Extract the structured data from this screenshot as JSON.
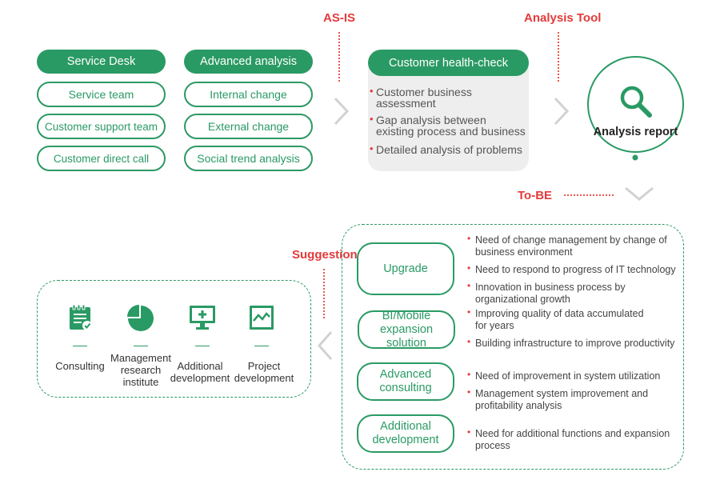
{
  "stage_labels": {
    "as_is": "AS-IS",
    "analysis_tool": "Analysis Tool",
    "to_be": "To-BE",
    "suggestion": "Suggestion"
  },
  "service_desk": {
    "header": "Service Desk",
    "items": [
      "Service team",
      "Customer support team",
      "Customer direct call"
    ]
  },
  "advanced_analysis": {
    "header": "Advanced analysis",
    "items": [
      "Internal change",
      "External change",
      "Social trend analysis"
    ]
  },
  "health_check": {
    "header": "Customer health-check",
    "bullets": [
      [
        "Customer business",
        "assessment"
      ],
      [
        "Gap analysis between",
        "existing process and business"
      ],
      [
        "Detailed analysis of problems"
      ]
    ]
  },
  "analysis_report": {
    "label": "Analysis report",
    "icon": "magnifier-icon"
  },
  "suggestions": [
    {
      "label": [
        "Upgrade"
      ],
      "notes": [
        [
          "Need of change management by change of",
          "business environment"
        ],
        [
          "Need to respond to progress of IT technology"
        ],
        [
          "Innovation in business process by",
          "organizational growth"
        ]
      ]
    },
    {
      "label": [
        "BI/Mobile",
        "expansion solution"
      ],
      "notes": [
        [
          "Improving quality of data accumulated",
          "for years"
        ],
        [
          "Building infrastructure to improve productivity"
        ]
      ]
    },
    {
      "label": [
        "Advanced",
        "consulting"
      ],
      "notes": [
        [
          "Need of improvement in system utilization"
        ],
        [
          "Management system improvement and",
          "profitability analysis"
        ]
      ]
    },
    {
      "label": [
        "Additional",
        "development"
      ],
      "notes": [
        [
          "Need for additional functions and expansion",
          "process"
        ]
      ]
    }
  ],
  "services": [
    {
      "icon": "clipboard-icon",
      "label": [
        "Consulting"
      ]
    },
    {
      "icon": "pie-chart-icon",
      "label": [
        "Management",
        "research",
        "institute"
      ]
    },
    {
      "icon": "monitor-plus-icon",
      "label": [
        "Additional",
        "development"
      ]
    },
    {
      "icon": "line-chart-icon",
      "label": [
        "Project",
        "development"
      ]
    }
  ],
  "colors": {
    "green": "#2a9a64",
    "red": "#e43a3a",
    "arrow_gray": "#d2d2d2",
    "panel_gray": "#eeeeee"
  }
}
